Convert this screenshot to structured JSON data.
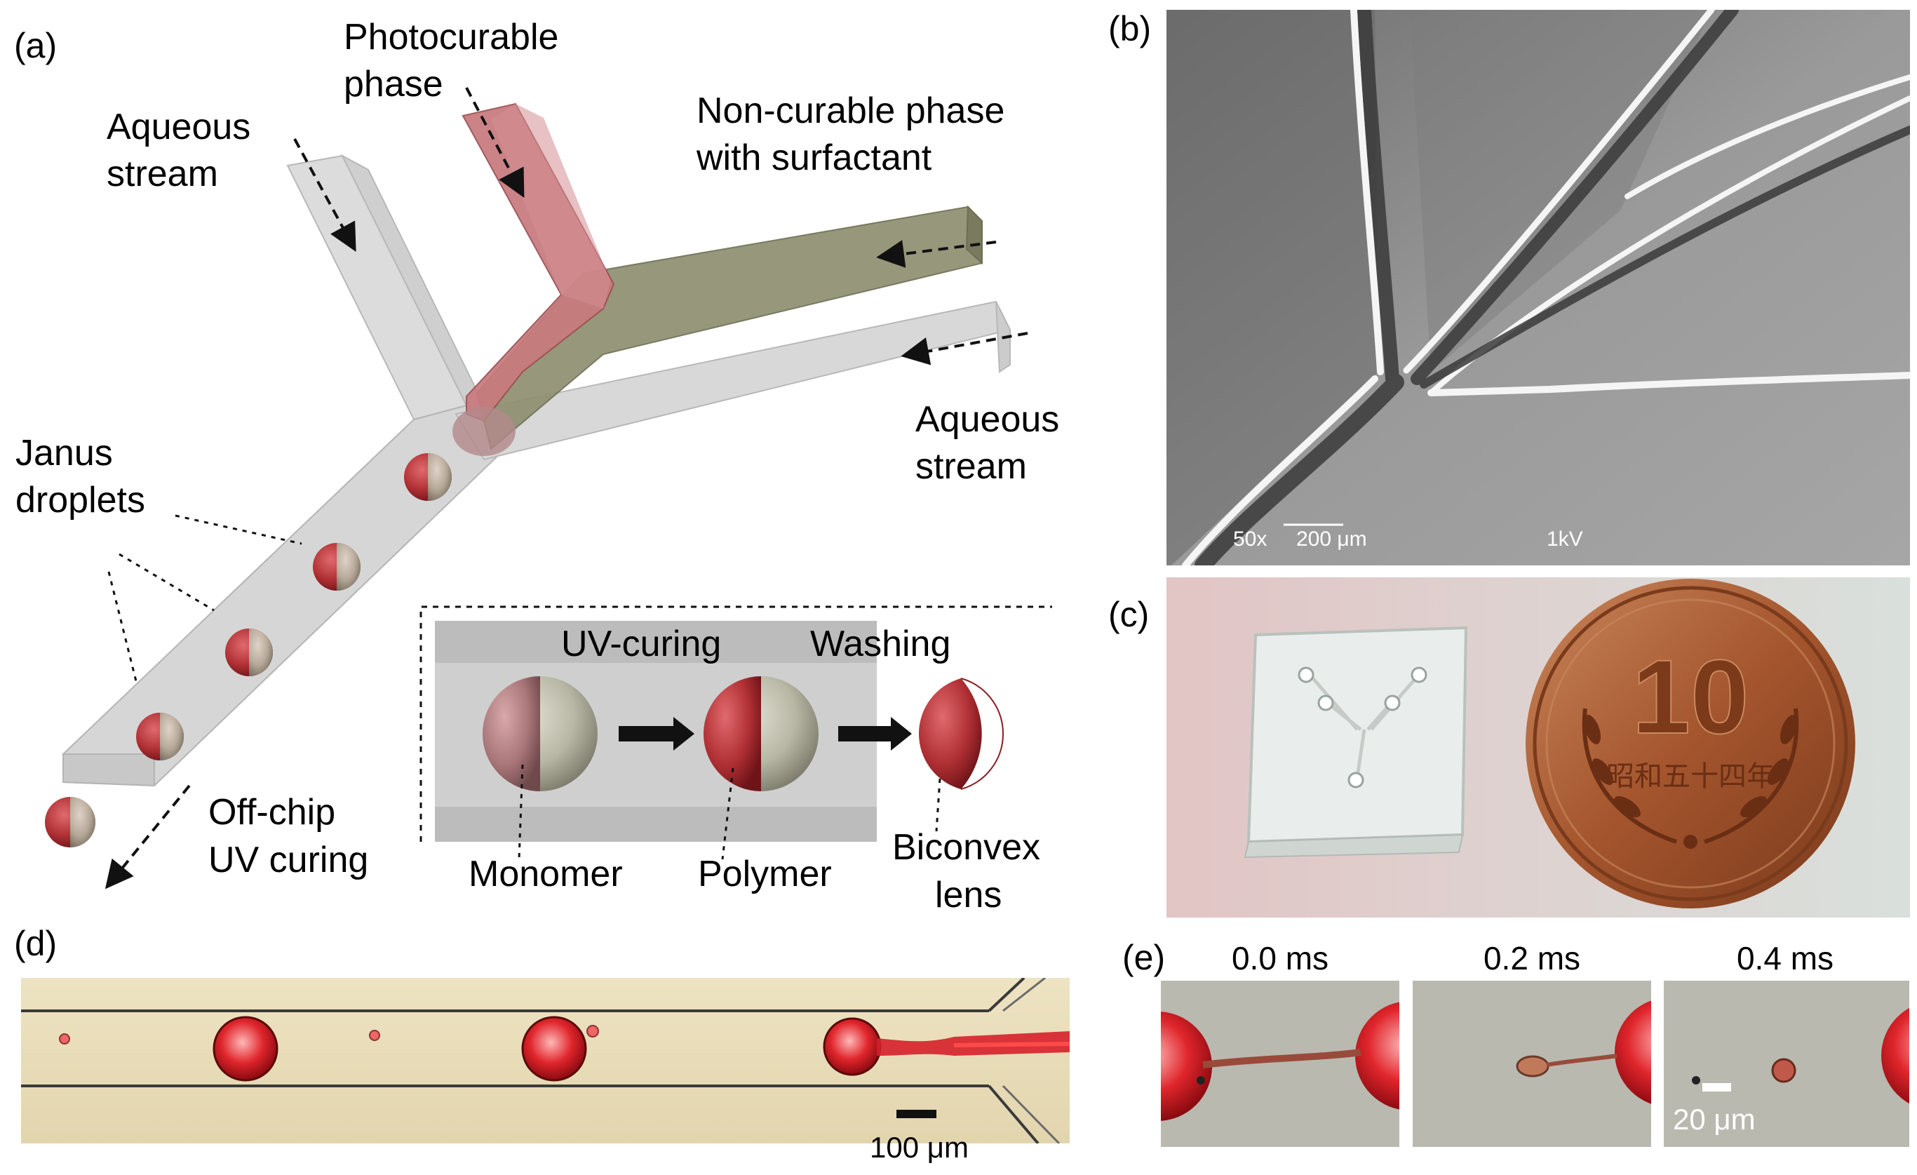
{
  "panel_a": {
    "label": "(a)",
    "photocurable_1": "Photocurable",
    "photocurable_2": "phase",
    "aqueous_left_1": "Aqueous",
    "aqueous_left_2": "stream",
    "noncurable_1": "Non-curable phase",
    "noncurable_2": "with surfactant",
    "aqueous_right_1": "Aqueous",
    "aqueous_right_2": "stream",
    "janus_1": "Janus",
    "janus_2": "droplets",
    "offchip_1": "Off-chip",
    "offchip_2": "UV curing",
    "inset": {
      "uv_curing": "UV-curing",
      "washing": "Washing",
      "monomer": "Monomer",
      "polymer": "Polymer",
      "biconvex_1": "Biconvex",
      "biconvex_2": "lens"
    }
  },
  "panel_b": {
    "label": "(b)",
    "magnification": "50x",
    "scale_bar": "200 μm",
    "voltage": "1kV"
  },
  "panel_c": {
    "label": "(c)",
    "coin_number": "10",
    "coin_text": "昭和五十四年"
  },
  "panel_d": {
    "label": "(d)",
    "scale_bar": "100 μm"
  },
  "panel_e": {
    "label": "(e)",
    "frames": [
      {
        "time": "0.0 ms"
      },
      {
        "time": "0.2 ms"
      },
      {
        "time": "0.4 ms"
      }
    ],
    "scale_bar": "20 μm"
  },
  "colors": {
    "photocurable": "#c9787c",
    "noncurable": "#8e8e6e",
    "aqueous": "#d4d4d4",
    "droplet_red": "#b03034",
    "sem_bg": "#8a8a8a",
    "micro_bg": "#e8dcb8"
  }
}
